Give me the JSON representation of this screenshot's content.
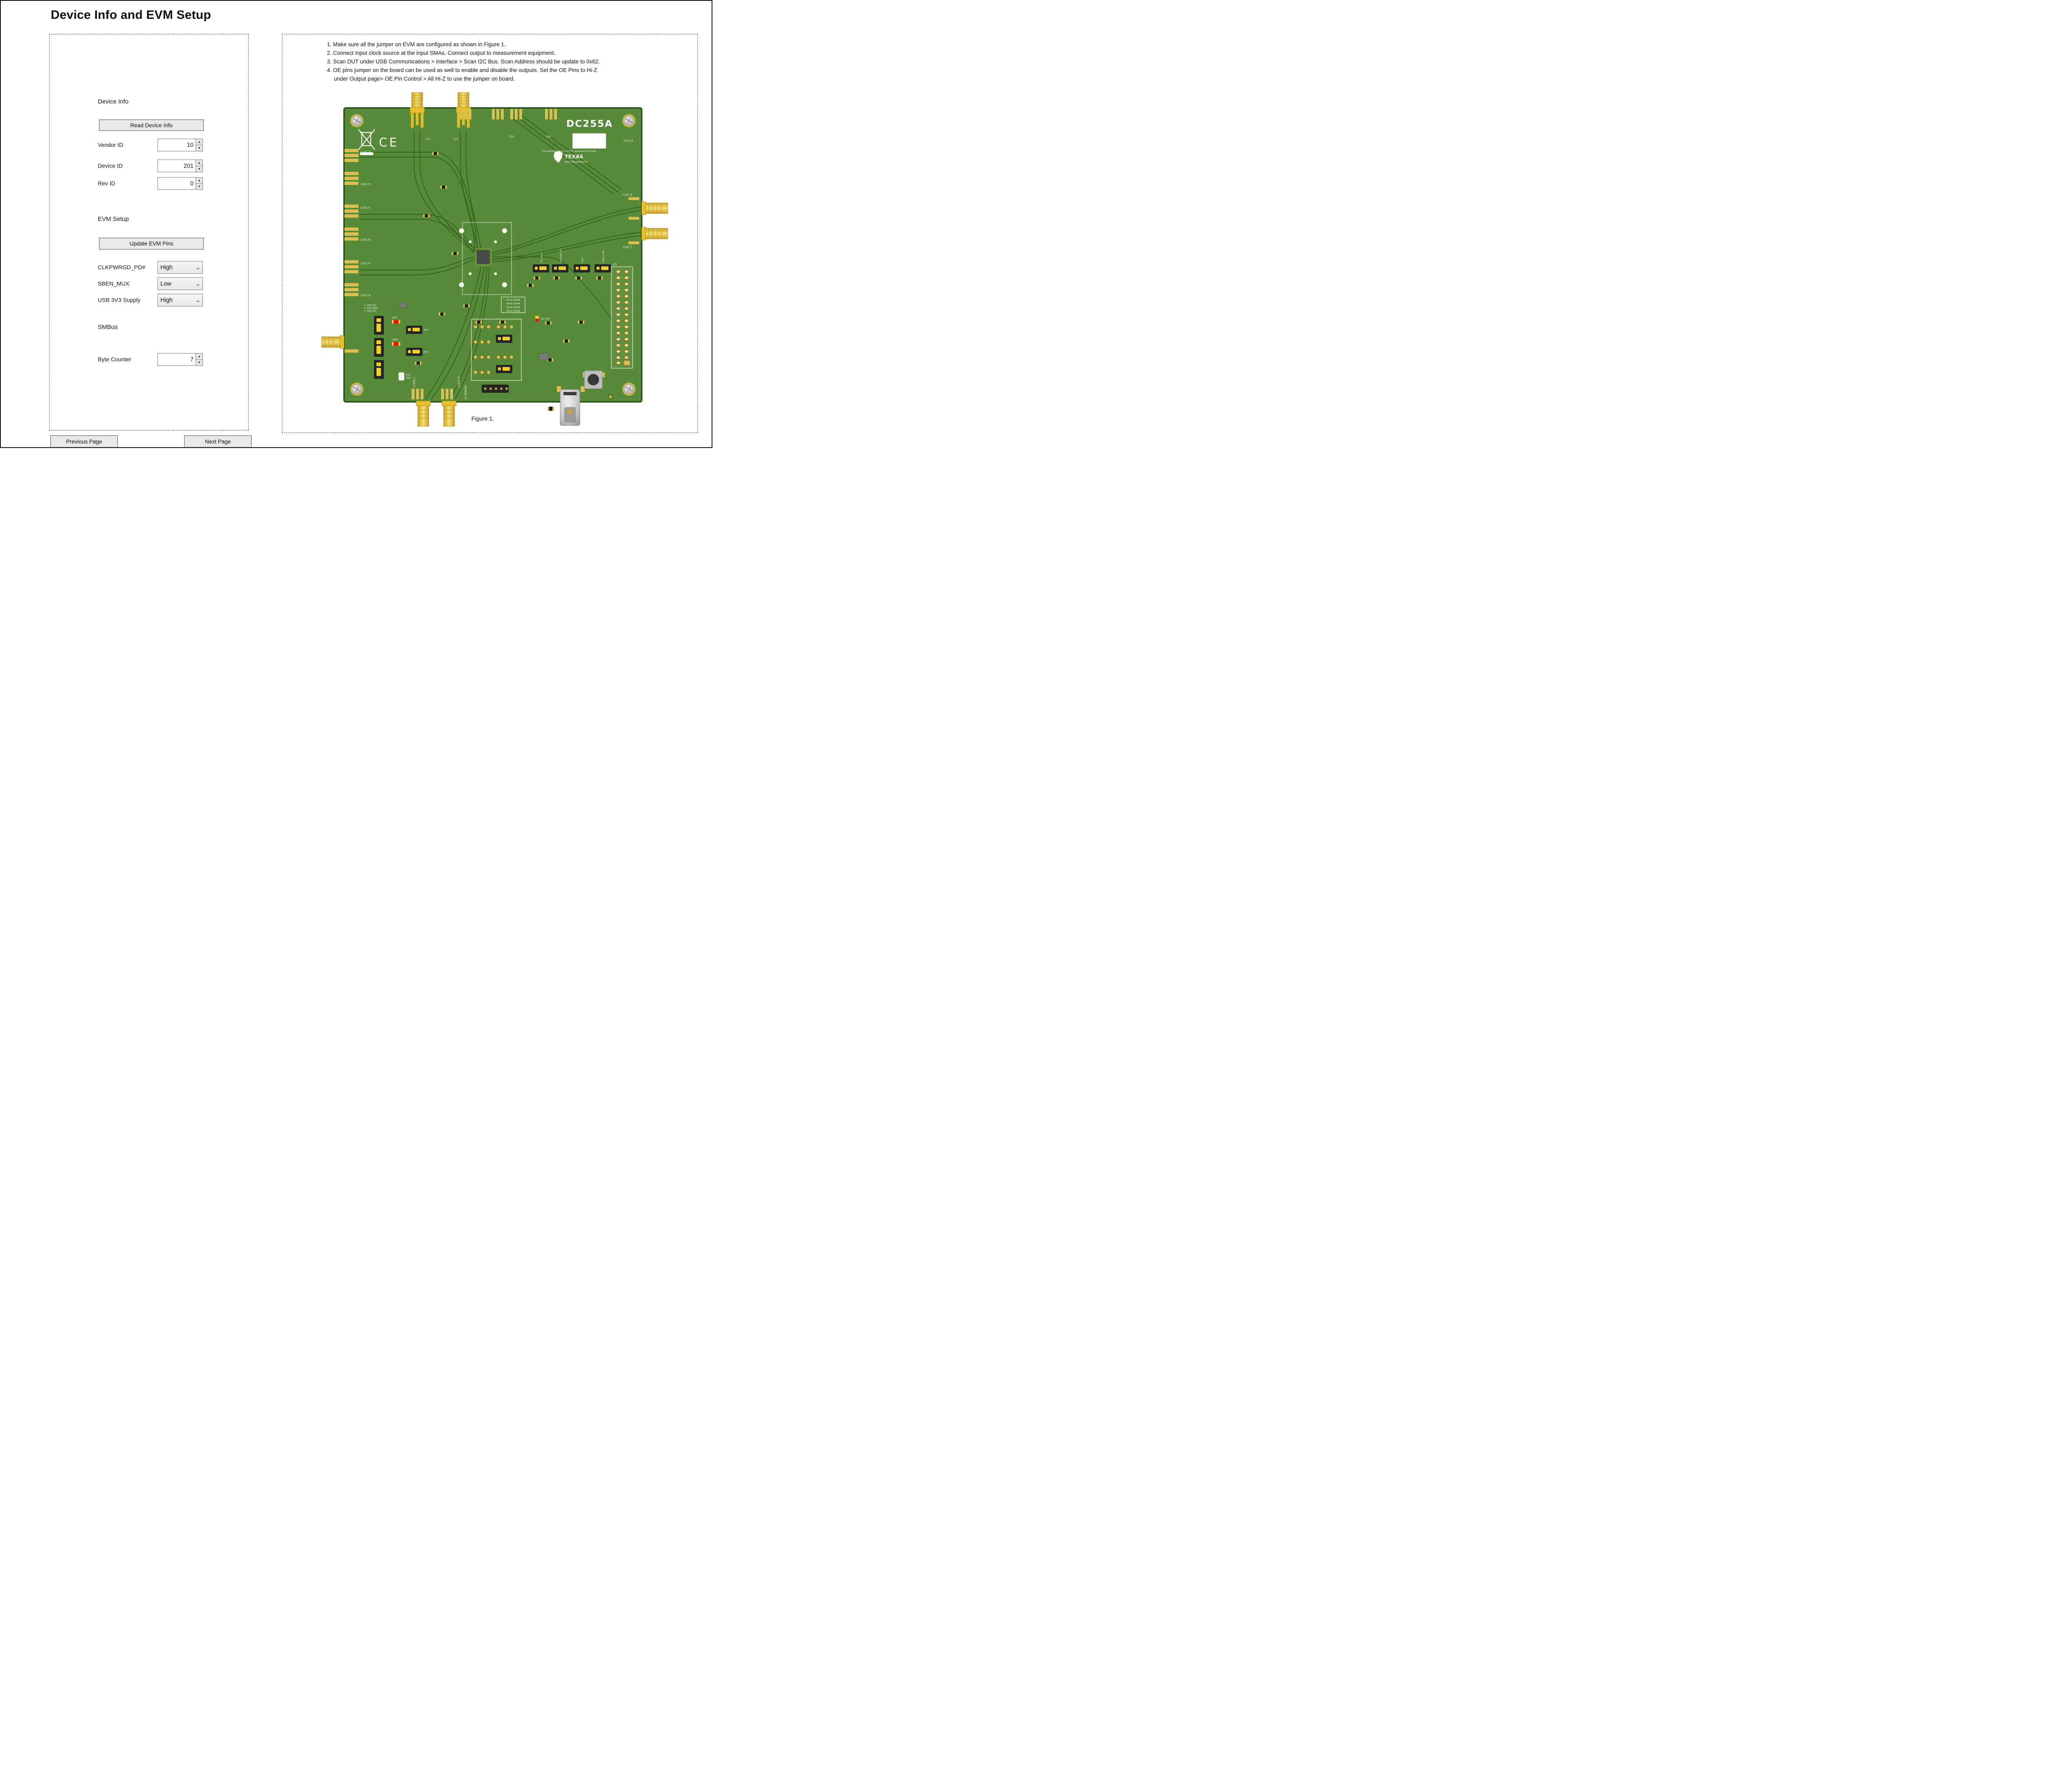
{
  "page": {
    "title": "Device Info and EVM Setup"
  },
  "instructions": {
    "lines": [
      "1. Make sure all the jumper on EVM are configured as shown in Figure 1.",
      "2. Connect input clock source at the input SMAs. Connect output to measurement equipment.",
      "3. Scan DUT under USB Communications > Interface > Scan I2C Bus. Scan Address should be update to 0x62.",
      "4. OE pins jumper on the board can be used as well to enable and disable the outputs. Set the OE Pins to Hi-Z",
      "under Output page> OE Pin Control > All Hi-Z to use the jumper on board."
    ]
  },
  "device_info": {
    "heading": "Device Info",
    "read_button": "Read Device Info",
    "fields": [
      {
        "label": "Vendor ID",
        "value": "10"
      },
      {
        "label": "Device ID",
        "value": "201"
      },
      {
        "label": "Rev ID",
        "value": "0"
      }
    ]
  },
  "evm_setup": {
    "heading": "EVM Setup",
    "update_button": "Update EVM Pins",
    "dropdowns": [
      {
        "label": "CLKPWRGD_PD#",
        "value": "High"
      },
      {
        "label": "SBEN_MUX",
        "value": "Low"
      },
      {
        "label": "USB 3V3 Supply",
        "value": "High"
      }
    ]
  },
  "smbus": {
    "heading": "SMBus",
    "fields": [
      {
        "label": "Byte Counter",
        "value": "7"
      }
    ]
  },
  "nav": {
    "previous": "Previous Page",
    "next": "Next Page"
  },
  "figure": {
    "caption": "Figure 1."
  },
  "board": {
    "labels": {
      "dc255a": "DC255A",
      "ce": "CE",
      "eval_notice": "For evaluation only; not FCC approved for resale.",
      "ti_line1": "TEXAS",
      "ti_line2": "INSTRUMENTS",
      "oe_rows": [
        "OE7#  OE6#",
        "OE5#  OE4#",
        "OE3#  OE2#",
        "OE1#  OE0#"
      ],
      "left_clk": [
        "CLK5_P",
        "CLK5_N",
        "CLK6_P",
        "CLK6_N",
        "CLK7_P",
        "CLK7_N"
      ],
      "right_clk": [
        "CLK1_N",
        "CLK0_N",
        "CLK0_P"
      ],
      "top_refs": [
        "C27",
        "C23",
        "C30",
        "C34"
      ],
      "bottom_refs": [
        "CLKIN_P",
        "CLKIN_N",
        "XI_PRIMARY"
      ],
      "power": [
        "VDD",
        "VDDA",
        "TP6",
        "GND"
      ],
      "jumper_refs": [
        "JP13",
        "JP12",
        "J29",
        "U2A_3V3"
      ],
      "pin_names": [
        "TCA_Reset",
        "SLOTGATE_SEL",
        "SBEN",
        "DONGLE_PIN"
      ],
      "supply_sel": [
        "1. USB_3V3",
        "2. VDD_MAIN",
        "3. VDD_EXT"
      ]
    },
    "colors": {
      "pcb_green": "#578b3a",
      "pcb_edge": "#2e5b1e",
      "trace_green": "#35661f",
      "gold": "#e8c52e",
      "silk_white": "#f2f2ec"
    }
  }
}
